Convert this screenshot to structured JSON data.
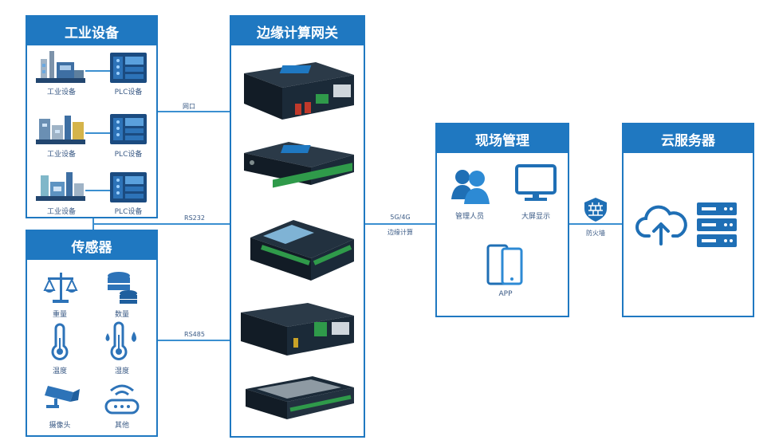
{
  "industrial": {
    "title": "工业设备",
    "rows": [
      {
        "equipment": "工业设备",
        "plc": "PLC设备"
      },
      {
        "equipment": "工业设备",
        "plc": "PLC设备"
      },
      {
        "equipment": "工业设备",
        "plc": "PLC设备"
      }
    ]
  },
  "sensors": {
    "title": "传感器",
    "items": [
      {
        "label": "重量",
        "icon": "scale-icon"
      },
      {
        "label": "数量",
        "icon": "database-icon"
      },
      {
        "label": "温度",
        "icon": "thermometer-icon"
      },
      {
        "label": "湿度",
        "icon": "humidity-icon"
      },
      {
        "label": "摄像头",
        "icon": "camera-icon"
      },
      {
        "label": "其他",
        "icon": "router-icon"
      }
    ]
  },
  "gateway": {
    "title": "边缘计算网关"
  },
  "connections": {
    "network": "网口",
    "rs232": "RS232",
    "rs485": "RS485",
    "cellular_line1": "5G/4G",
    "cellular_line2": "边缘计算",
    "firewall": "防火墙"
  },
  "onsite": {
    "title": "现场管理",
    "items": [
      {
        "label": "管理人员",
        "icon": "users-icon"
      },
      {
        "label": "大屏显示",
        "icon": "monitor-icon"
      },
      {
        "label": "APP",
        "icon": "mobile-app-icon"
      }
    ]
  },
  "cloud": {
    "title": "云服务器"
  },
  "colors": {
    "primary": "#1f78c1",
    "text": "#3a5a85",
    "device": "#1b2a38",
    "terminal": "#2f9a4a"
  }
}
